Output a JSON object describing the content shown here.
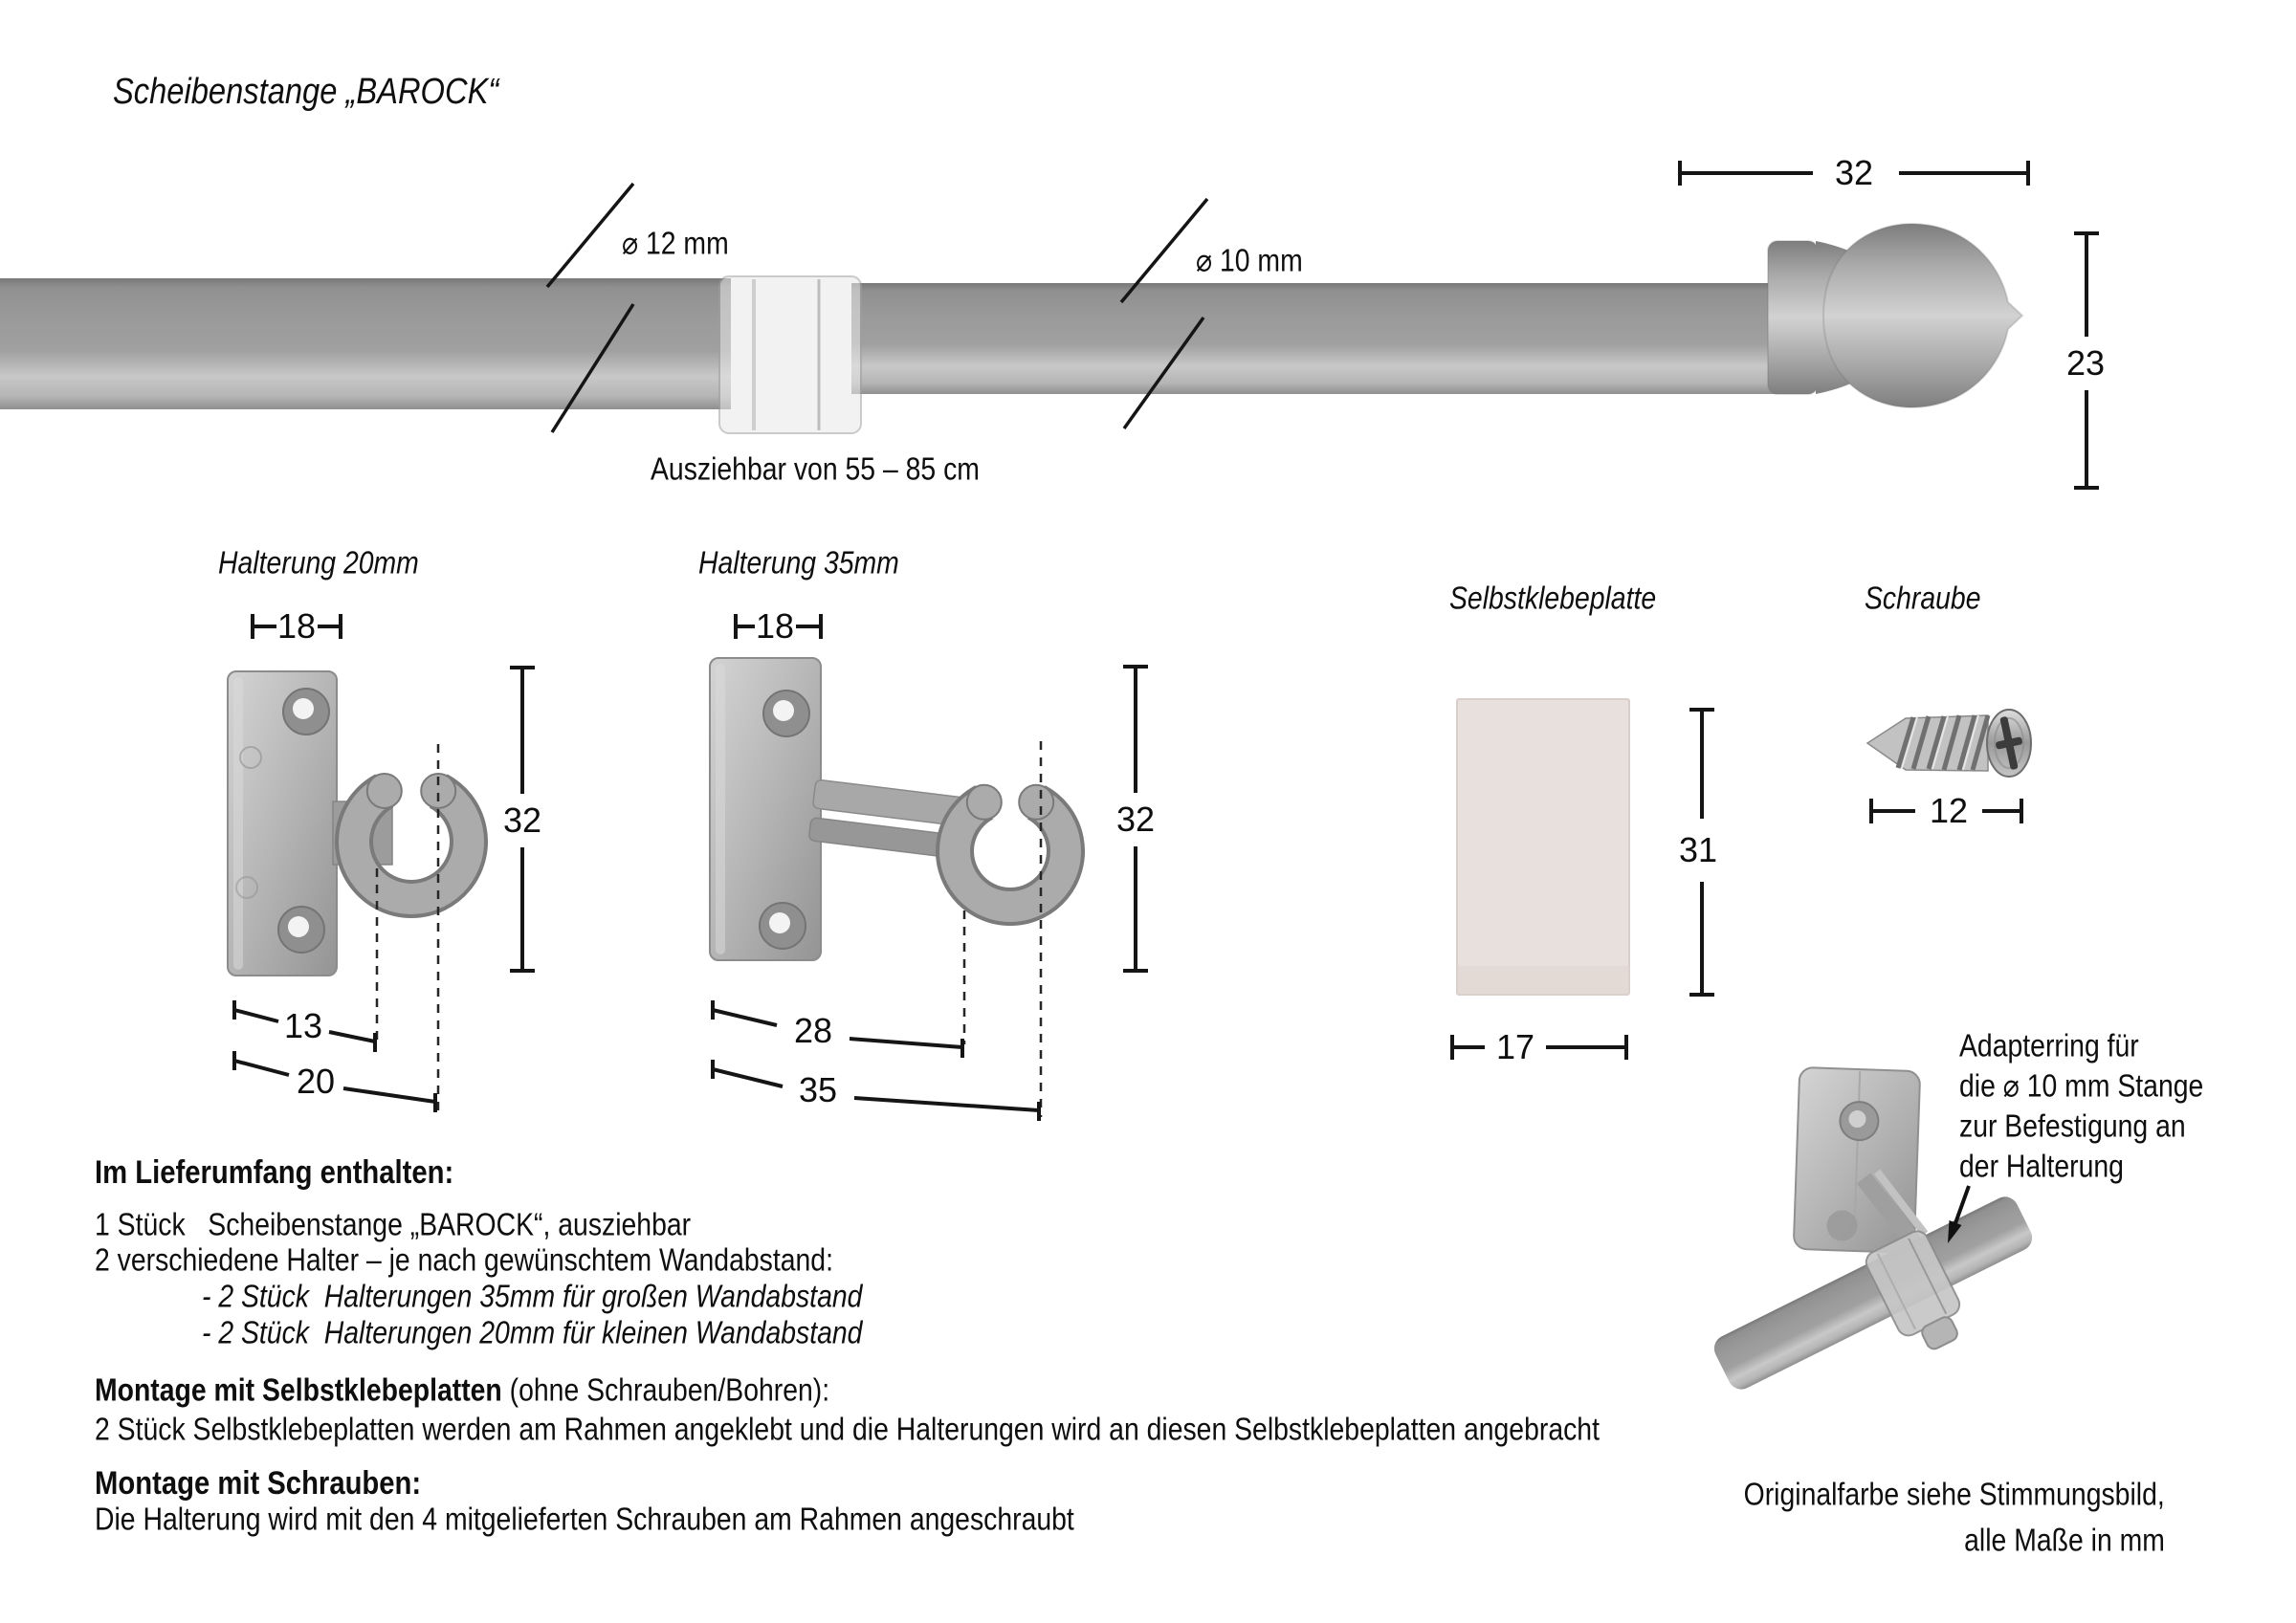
{
  "title": "Scheibenstange „BAROCK“",
  "rod": {
    "dia_large_label": "⌀ 12 mm",
    "dia_small_label": "⌀ 10 mm",
    "extension_label": "Ausziehbar von 55 – 85 cm",
    "finial_width_mm": "32",
    "finial_height_mm": "23"
  },
  "bracket20": {
    "label": "Halterung 20mm",
    "dim_top": "18",
    "dim_height": "32",
    "dim_depth_inner": "13",
    "dim_depth_outer": "20"
  },
  "bracket35": {
    "label": "Halterung 35mm",
    "dim_top": "18",
    "dim_height": "32",
    "dim_depth_inner": "28",
    "dim_depth_outer": "35"
  },
  "adhesive_plate": {
    "label": "Selbstklebeplatte",
    "dim_height": "31",
    "dim_width": "17"
  },
  "screw": {
    "label": "Schraube",
    "dim_length": "12"
  },
  "adapter_note": {
    "line1": "Adapterring für",
    "line2": "die ⌀ 10 mm Stange",
    "line3": "zur Befestigung an",
    "line4": "der Halterung"
  },
  "included": {
    "heading": "Im Lieferumfang enthalten:",
    "item1": "1 Stück   Scheibenstange „BAROCK“, ausziehbar",
    "item2": "2 verschiedene Halter – je nach gewünschtem Wandabstand:",
    "sub_item1": "- 2 Stück  Halterungen 35mm für großen Wandabstand",
    "sub_item2": "- 2 Stück  Halterungen 20mm für kleinen Wandabstand"
  },
  "mounting_adhesive": {
    "heading_bold": "Montage mit Selbstklebeplatten",
    "heading_regular": " (ohne Schrauben/Bohren):",
    "body": "2 Stück Selbstklebeplatten werden am Rahmen angeklebt und die Halterungen wird an diesen Selbstklebeplatten angebracht"
  },
  "mounting_screws": {
    "heading": "Montage mit Schrauben:",
    "body": "Die Halterung wird mit den 4 mitgelieferten Schrauben am Rahmen angeschraubt"
  },
  "footer": {
    "line1": "Originalfarbe siehe Stimmungsbild,",
    "line2": "alle Maße in mm"
  },
  "colors": {
    "dimension_line": "#151515",
    "metal_light": "#cccccc",
    "metal_dark": "#8a8a8a",
    "adhesive_plate_fill": "#e8e0dd"
  }
}
